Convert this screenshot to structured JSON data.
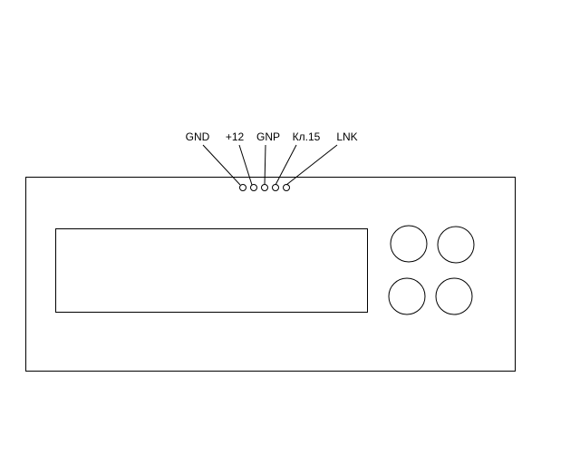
{
  "pins": [
    {
      "label": "GND"
    },
    {
      "label": "+12"
    },
    {
      "label": "GNP"
    },
    {
      "label": "Кл.15"
    },
    {
      "label": "LNK"
    }
  ],
  "colors": {
    "stroke": "#000000",
    "background": "#ffffff"
  }
}
